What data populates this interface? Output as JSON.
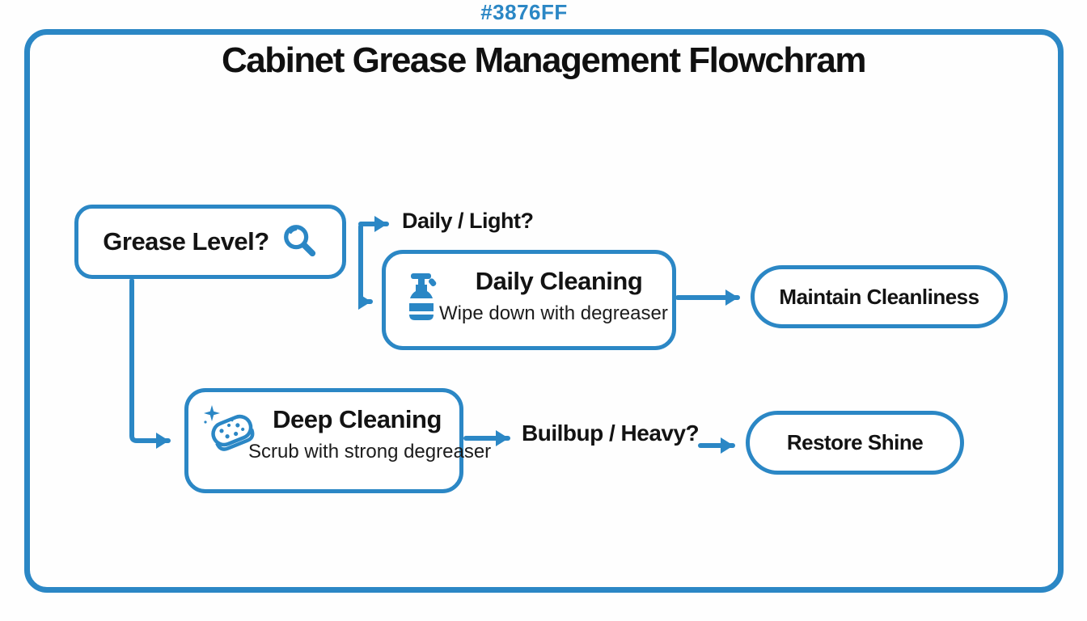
{
  "meta": {
    "color_label": "#3876FF",
    "accent_color": "#2b87c5",
    "text_color": "#131313"
  },
  "header": {
    "title": "Cabinet Grease Management Flowchram"
  },
  "flow": {
    "grease": {
      "label": "Grease Level?",
      "icon": "magnifier-icon"
    },
    "branch_daily_label": "Daily / Light?",
    "daily": {
      "title": "Daily Cleaning",
      "subtitle": "Wipe down with degreaser",
      "icon": "spray-bottle-icon"
    },
    "maintain": {
      "label": "Maintain Cleanliness"
    },
    "deep": {
      "title": "Deep Cleaning",
      "subtitle": "Scrub with strong degreaser",
      "icon": "sponge-icon"
    },
    "branch_deep_label": "Builbup / Heavy?",
    "restore": {
      "label": "Restore Shine"
    }
  }
}
